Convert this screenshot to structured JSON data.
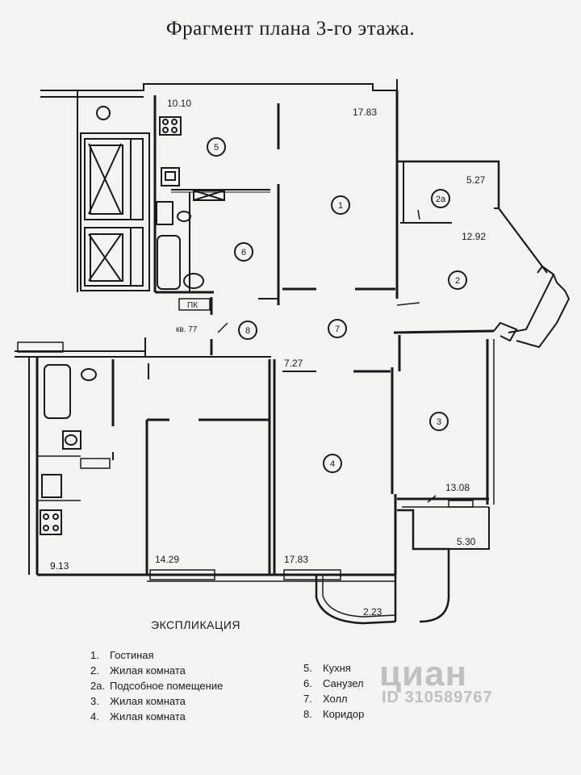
{
  "title": "Фрагмент плана  3-го  этажа.",
  "areas": {
    "a1010": "10.10",
    "a1783_top": "17.83",
    "a527": "5.27",
    "a1292": "12.92",
    "a727": "7.27",
    "a1308": "13.08",
    "a530": "5.30",
    "a913": "9.13",
    "a1429": "14.29",
    "a1783_bottom": "17.83",
    "a223": "2.23"
  },
  "rooms": {
    "r1": "1",
    "r2": "2",
    "r2a": "2а",
    "r3": "3",
    "r4": "4",
    "r5": "5",
    "r6": "6",
    "r7": "7",
    "r8": "8"
  },
  "labels": {
    "pk": "ПК",
    "apt": "кв. 77"
  },
  "legend": {
    "title": "ЭКСПЛИКАЦИЯ",
    "left": [
      {
        "num": "1.",
        "name": "Гостиная"
      },
      {
        "num": "2.",
        "name": "Жилая комната"
      },
      {
        "num": "2а.",
        "name": "Подсобное помещение"
      },
      {
        "num": "3.",
        "name": "Жилая комната"
      },
      {
        "num": "4.",
        "name": "Жилая комната"
      }
    ],
    "right": [
      {
        "num": "5.",
        "name": "Кухня"
      },
      {
        "num": "6.",
        "name": "Санузел"
      },
      {
        "num": "7.",
        "name": "Холл"
      },
      {
        "num": "8.",
        "name": "Коридор"
      }
    ]
  },
  "watermark": {
    "brand": "циан",
    "id": "ID 310589767"
  }
}
